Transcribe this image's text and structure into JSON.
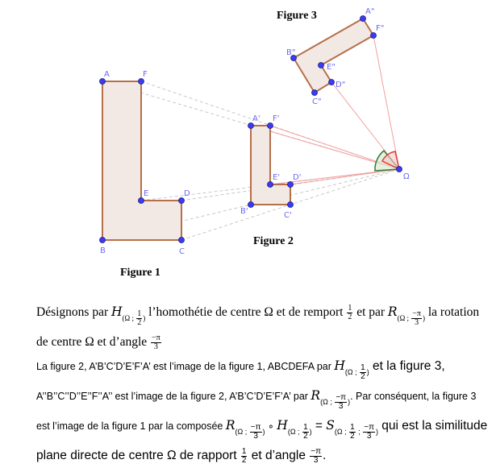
{
  "figure": {
    "titles": {
      "fig1": "Figure 1",
      "fig2": "Figure 2",
      "fig3": "Figure 3"
    },
    "points": {
      "A": "A",
      "B": "B",
      "C": "C",
      "D": "D",
      "E": "E",
      "F": "F",
      "A1": "A'",
      "B1": "B'",
      "C1": "C'",
      "D1": "D'",
      "E1": "E'",
      "F1": "F'",
      "A2": "A\"",
      "B2": "B\"",
      "C2": "C\"",
      "D2": "D\"",
      "E2": "E\"",
      "F2": "F\"",
      "O": "Ω"
    },
    "colors": {
      "fill": "#f3e9e4",
      "edge": "#b5704a",
      "point": "#3b3bf0",
      "angle_green": "#2e7d32",
      "angle_red": "#e53935"
    }
  },
  "text": {
    "p1a": "Désignons par ",
    "H": "H",
    "Om": "(Ω ; ",
    "one": "1",
    "two": "2",
    "close": ")",
    "p1b": " l’homothétie de centre Ω et de remport ",
    "p1c": " et par ",
    "R": "R",
    "mpi": "−π",
    "three": "3",
    "p1d": " la rotation de centre Ω et d’angle ",
    "p2a": "La figure 2, A’B’C’D’E’F’A’ est l’image de la figure 1, ABCDEFA par ",
    "p2b": " et la figure 3, ",
    "p2c": "A’’B’’C’’D’’E’’F’’A’’ est l’image de la figure 2, A’B’C’D’E’F’A’ par ",
    "p2d": ". Par conséquent, la figure 3 est l’image de la figure 1 par la composée ",
    "comp": " ∘ ",
    "eq": " = ",
    "S": "S",
    "semi": " ; ",
    "p2e": " qui ",
    "p2f": "est la similitude plane directe de centre Ω de rapport ",
    "p2g": " et d’angle ",
    "dot": "."
  }
}
